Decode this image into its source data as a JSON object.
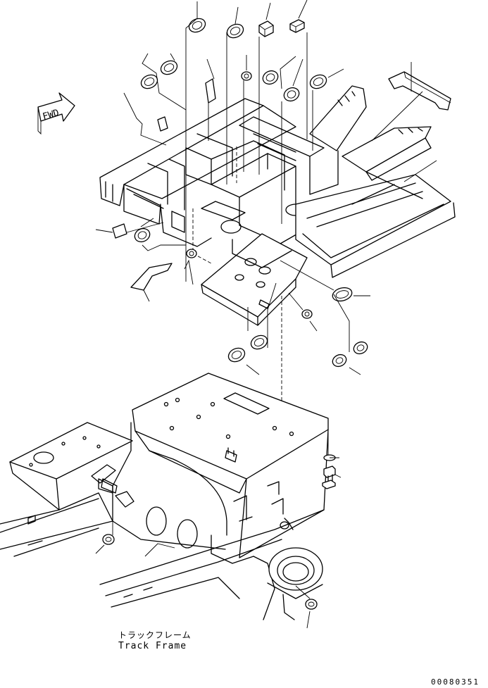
{
  "fwd_label": "FWD",
  "caption": {
    "japanese": "トラックフレーム",
    "english": "Track Frame"
  },
  "drawing_number": "00080351",
  "colors": {
    "line": "#000000",
    "background": "#ffffff"
  }
}
